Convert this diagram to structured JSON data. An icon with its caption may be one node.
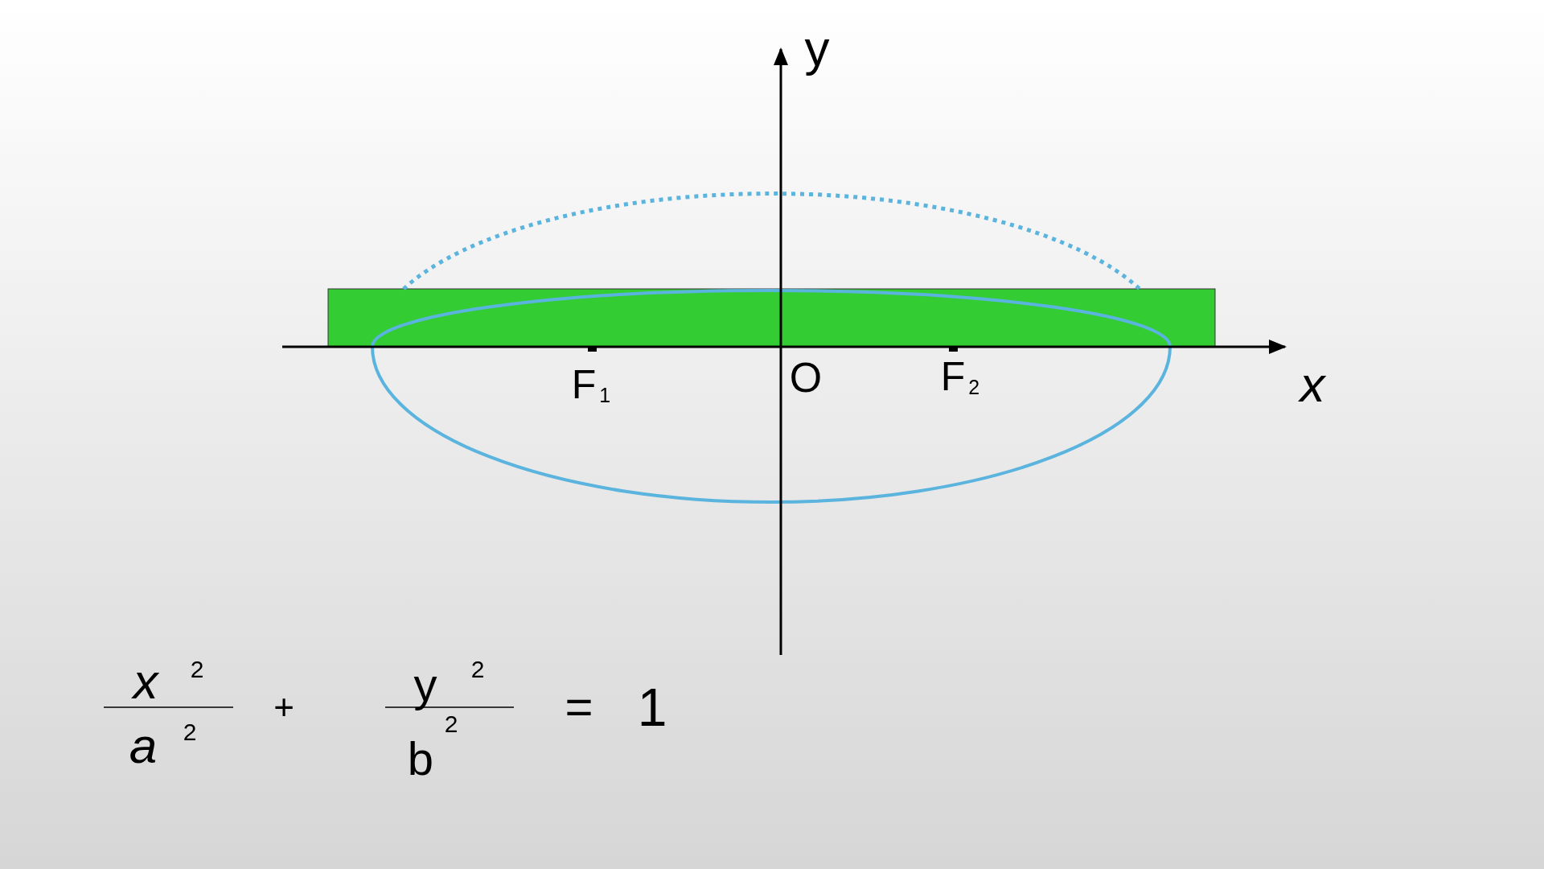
{
  "diagram": {
    "nodes": [
      {
        "text": [],
        "shape": "box"
      }
    ],
    "labels": [
      "y",
      "F$_{1}$",
      "O",
      "F$_{2}$",
      "x",
      "x",
      "2",
      "a",
      "2",
      "+",
      "y",
      "2",
      "b",
      "2",
      "=",
      "1"
    ]
  }
}
